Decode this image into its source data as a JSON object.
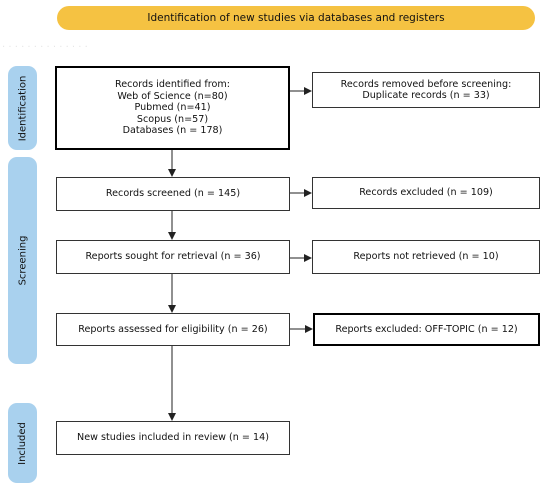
{
  "header": {
    "title": "Identification of new studies via databases and registers"
  },
  "phases": {
    "identification": "Identification",
    "screening": "Screening",
    "included": "Included"
  },
  "boxes": {
    "identified": {
      "lines": [
        "Records identified from:",
        "Web of Science (n=80)",
        "Pubmed (n=41)",
        "Scopus (n=57)",
        "Databases (n = 178)"
      ]
    },
    "removed": {
      "lines": [
        "Records removed before screening:",
        "Duplicate records (n = 33)"
      ]
    },
    "screened": "Records screened (n = 145)",
    "excluded": "Records excluded (n = 109)",
    "sought": "Reports sought for retrieval (n = 36)",
    "not_retrieved": "Reports not retrieved (n = 10)",
    "assessed": "Reports assessed for eligibility (n = 26)",
    "excluded_offtopic": "Reports excluded: OFF-TOPIC (n = 12)",
    "included_final": "New studies included in review (n = 14)"
  }
}
